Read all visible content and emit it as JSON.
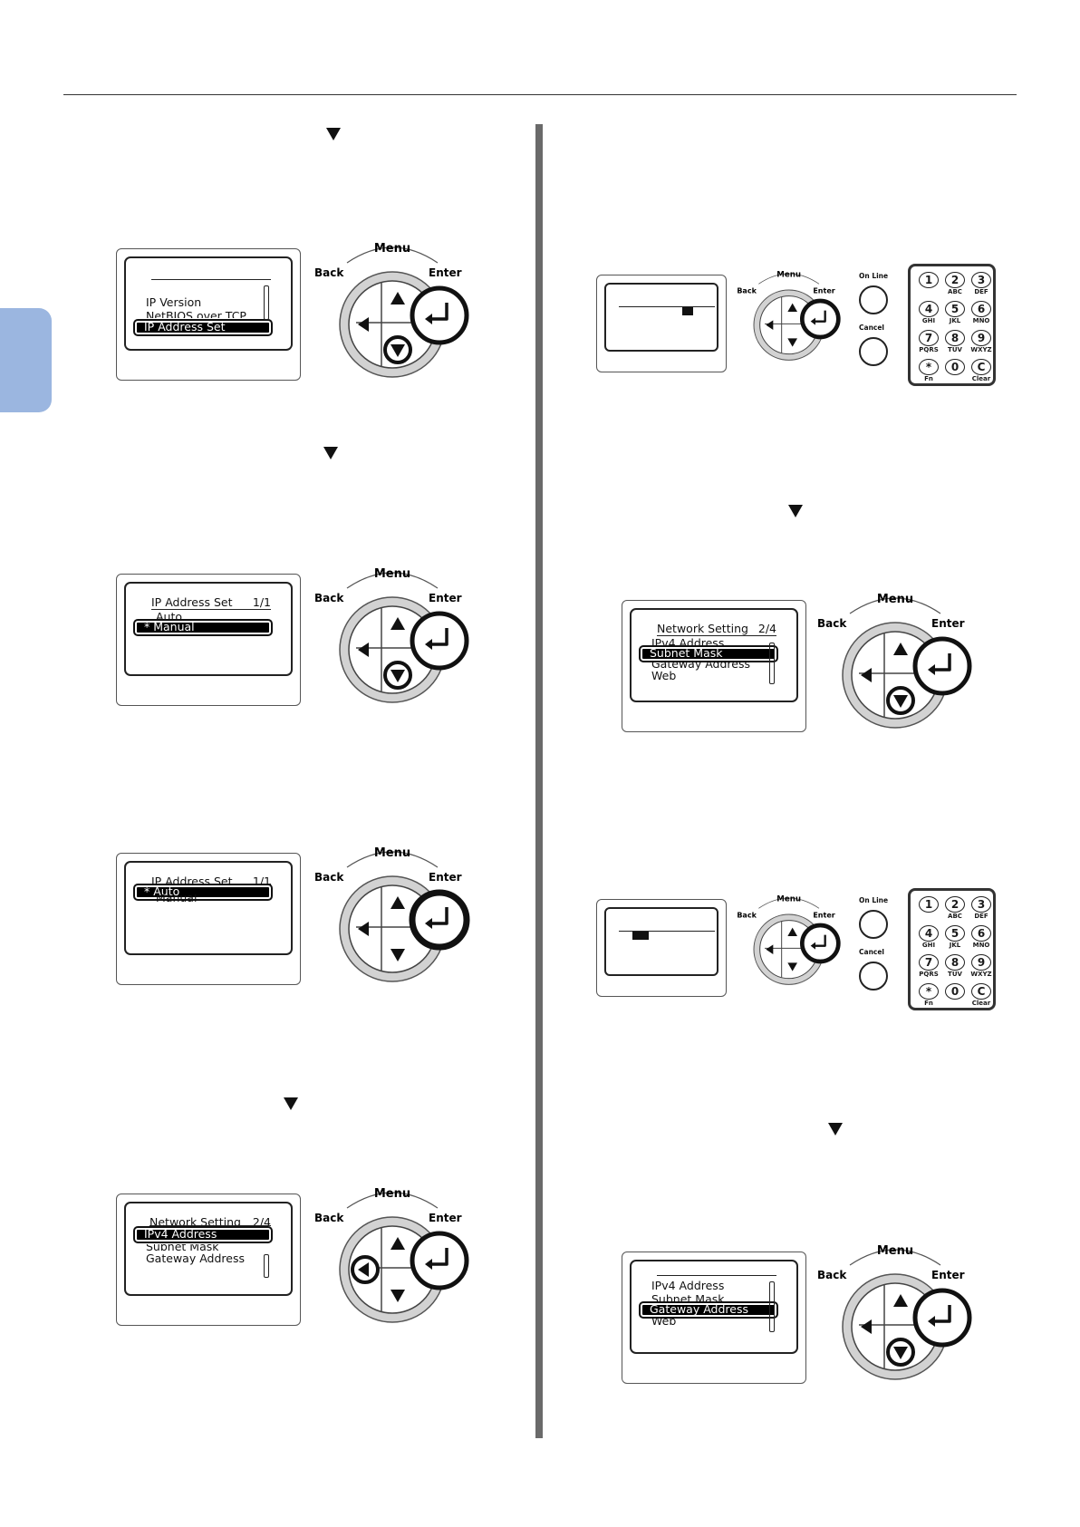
{
  "fig1": {
    "lines": [
      "",
      "IP Version",
      "NetBIOS over TCP"
    ],
    "selected": "IP Address Set"
  },
  "fig2": {
    "title": "IP Address Set",
    "page": "1/1",
    "lines": [
      "Auto"
    ],
    "selected": "* Manual"
  },
  "fig3": {
    "title": "IP Address Set",
    "page": "1/1",
    "selected": "* Auto",
    "lines": [
      "Manual"
    ]
  },
  "fig4": {
    "title": "Network Setting",
    "page": "2/4",
    "selected": "IPv4 Address",
    "lines": [
      "Subnet Mask",
      "Gateway Address",
      ""
    ]
  },
  "fig6": {
    "title": "Network Setting",
    "page": "2/4",
    "lines": [
      "IPv4 Address",
      "Gateway Address",
      "Web"
    ],
    "selected": "Subnet Mask"
  },
  "fig8": {
    "lines": [
      "IPv4 Address",
      "Subnet Mask",
      "Web"
    ],
    "selected": "Gateway Address"
  },
  "panel": {
    "menu": "Menu",
    "back": "Back",
    "enter": "Enter",
    "online": "On Line",
    "cancel": "Cancel"
  },
  "keypad": {
    "keys": [
      {
        "digit": "1",
        "sub": ""
      },
      {
        "digit": "2",
        "sub": "ABC"
      },
      {
        "digit": "3",
        "sub": "DEF"
      },
      {
        "digit": "4",
        "sub": "GHI"
      },
      {
        "digit": "5",
        "sub": "JKL"
      },
      {
        "digit": "6",
        "sub": "MNO"
      },
      {
        "digit": "7",
        "sub": "PQRS"
      },
      {
        "digit": "8",
        "sub": "TUV"
      },
      {
        "digit": "9",
        "sub": "WXYZ"
      },
      {
        "digit": "*",
        "sub": "Fn"
      },
      {
        "digit": "0",
        "sub": ""
      },
      {
        "digit": "C",
        "sub": "Clear"
      }
    ]
  }
}
